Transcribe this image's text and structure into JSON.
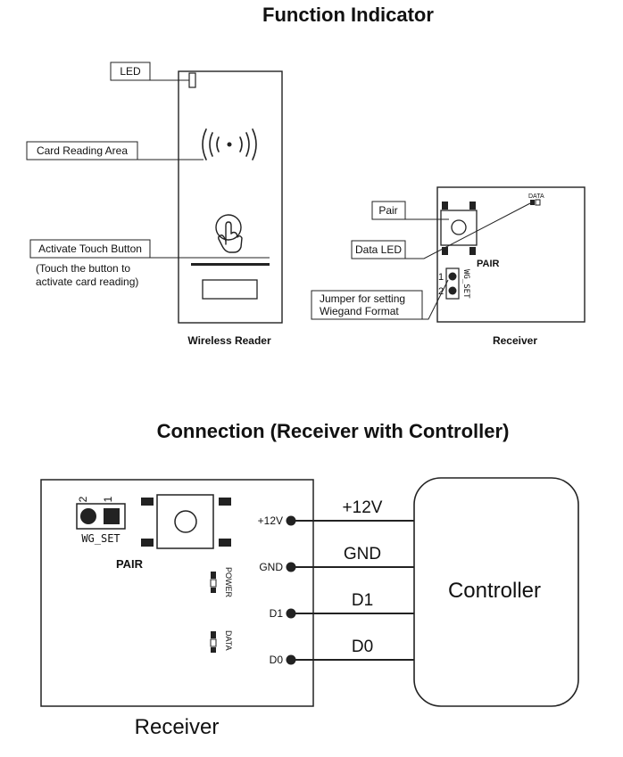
{
  "function_indicator": {
    "title": "Function Indicator",
    "reader": {
      "caption": "Wireless Reader",
      "callouts": {
        "led": "LED",
        "card_area": "Card Reading Area",
        "touch_button": "Activate Touch Button",
        "touch_note_1": "(Touch the button to",
        "touch_note_2": "activate card reading)"
      }
    },
    "receiver": {
      "caption": "Receiver",
      "board_data_label": "DATA",
      "board_pair_label": "PAIR",
      "board_jumper_label": "WG_SET",
      "pin_1": "1",
      "pin_2": "2",
      "callouts": {
        "pair": "Pair",
        "data_led": "Data LED",
        "jumper_1": "Jumper for setting",
        "jumper_2": "Wiegand Format"
      }
    }
  },
  "connection": {
    "title": "Connection (Receiver with Controller)",
    "receiver": {
      "caption": "Receiver",
      "jumper_pin_2": "2",
      "jumper_pin_1": "1",
      "jumper_label": "WG_SET",
      "pair_label": "PAIR",
      "power_label": "POWER",
      "data_label": "DATA"
    },
    "terminals": [
      {
        "pin": "+12V",
        "wire": "+12V"
      },
      {
        "pin": "GND",
        "wire": "GND"
      },
      {
        "pin": "D1",
        "wire": "D1"
      },
      {
        "pin": "D0",
        "wire": "D0"
      }
    ],
    "controller": {
      "label": "Controller"
    }
  }
}
